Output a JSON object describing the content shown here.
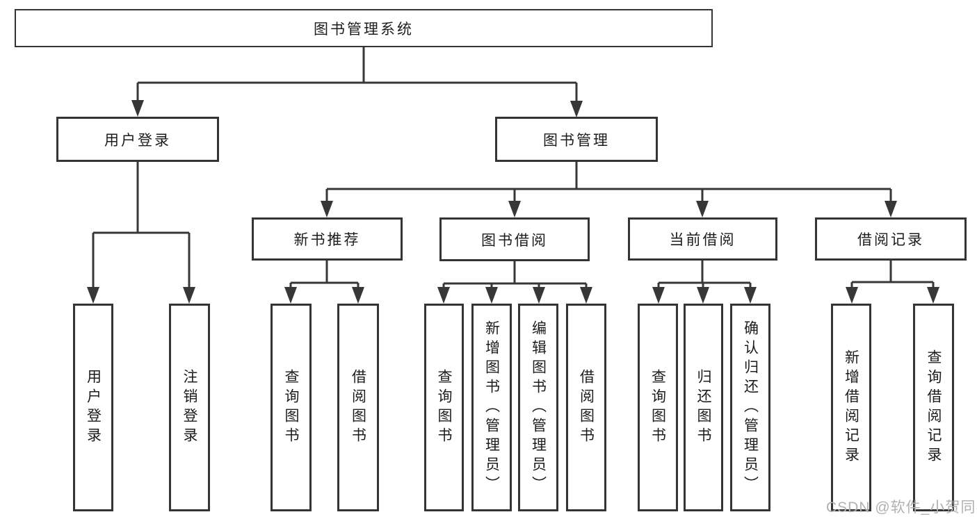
{
  "diagram": {
    "type": "hierarchy-tree",
    "watermark": "CSDN @软件_小贺同学",
    "colors": {
      "background": "#ffffff",
      "line": "#373737",
      "box_border": "#343434",
      "text": "#1c1c1c",
      "watermark": "#b2b0b0"
    },
    "tree": {
      "label": "图书管理系统",
      "children": [
        {
          "label": "用户登录",
          "children": [
            {
              "label": "用户登录"
            },
            {
              "label": "注销登录"
            }
          ]
        },
        {
          "label": "图书管理",
          "children": [
            {
              "label": "新书推荐",
              "children": [
                {
                  "label": "查询图书"
                },
                {
                  "label": "借阅图书"
                }
              ]
            },
            {
              "label": "图书借阅",
              "children": [
                {
                  "label": "查询图书"
                },
                {
                  "label": "新增图书（管理员）"
                },
                {
                  "label": "编辑图书（管理员）"
                },
                {
                  "label": "借阅图书"
                }
              ]
            },
            {
              "label": "当前借阅",
              "children": [
                {
                  "label": "查询图书"
                },
                {
                  "label": "归还图书"
                },
                {
                  "label": "确认归还（管理员）"
                }
              ]
            },
            {
              "label": "借阅记录",
              "children": [
                {
                  "label": "新增借阅记录"
                },
                {
                  "label": "查询借阅记录"
                }
              ]
            }
          ]
        }
      ]
    }
  },
  "nodes": {
    "root": "图书管理系统",
    "user_login": "用户登录",
    "book_mgmt": "图书管理",
    "login": "用户登录",
    "logout": "注销登录",
    "new_book_rec": "新书推荐",
    "book_borrow": "图书借阅",
    "current_borrow": "当前借阅",
    "borrow_record": "借阅记录",
    "rec_query_book": "查询图书",
    "rec_borrow_book": "借阅图书",
    "bb_query_book": "查询图书",
    "bb_add_book": "新增图书（管理员）",
    "bb_edit_book": "编辑图书（管理员）",
    "bb_borrow_book": "借阅图书",
    "cb_query_book": "查询图书",
    "cb_return_book": "归还图书",
    "cb_confirm_return": "确认归还（管理员）",
    "br_add_record": "新增借阅记录",
    "br_query_record": "查询借阅记录"
  }
}
